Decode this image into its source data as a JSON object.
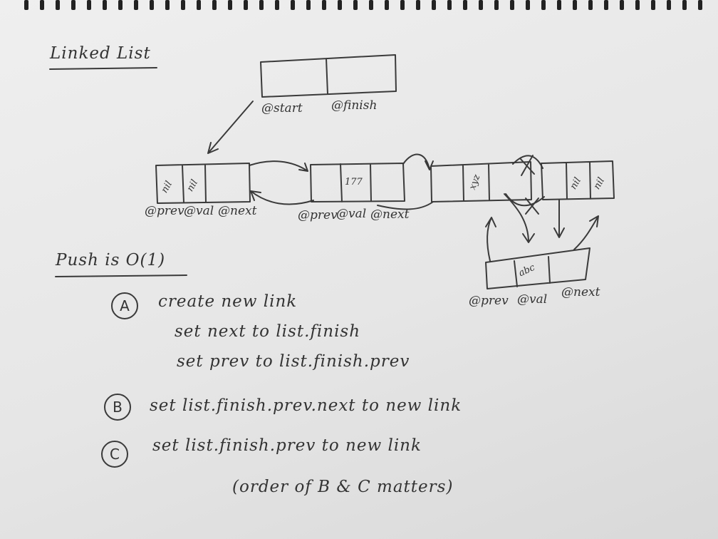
{
  "title": "Linked List",
  "list_fields": {
    "start": "@start",
    "finish": "@finish"
  },
  "node_fields": {
    "prev": "@prev",
    "val": "@val",
    "next": "@next"
  },
  "nodes": [
    {
      "prev": "nil",
      "val": "nil"
    },
    {
      "val": "177"
    },
    {
      "val": "xyz"
    },
    {
      "prev": "nil",
      "val": "nil"
    }
  ],
  "new_link": {
    "val": "abc"
  },
  "push_heading": "Push is O(1)",
  "steps": [
    {
      "id": "A",
      "lines": [
        "create new link",
        "set next to list.finish",
        "set prev to list.finish.prev"
      ]
    },
    {
      "id": "B",
      "lines": [
        "set list.finish.prev.next to new link"
      ]
    },
    {
      "id": "C",
      "lines": [
        "set list.finish.prev to new link"
      ]
    }
  ],
  "note": "(order of B & C matters)"
}
